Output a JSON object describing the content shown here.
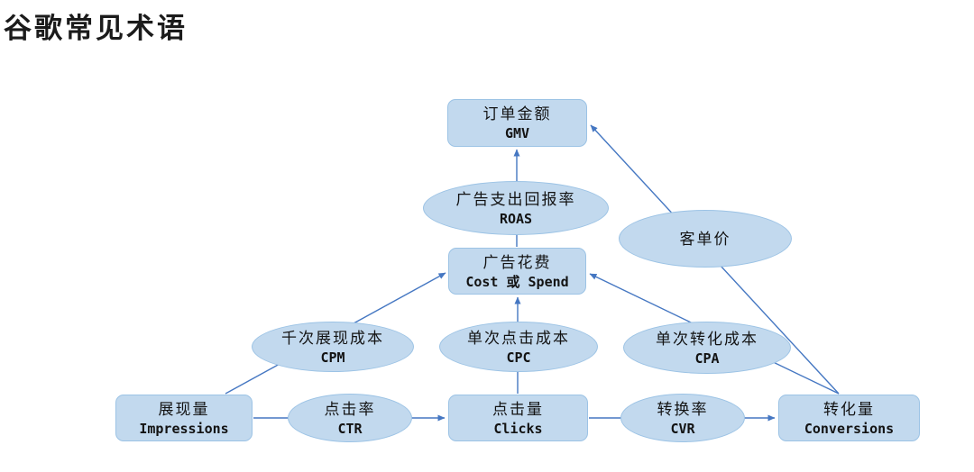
{
  "page": {
    "title": "谷歌常见术语",
    "background": "#FFFFFF"
  },
  "diagram": {
    "colors": {
      "node_fill": "#C2D9EE",
      "node_border": "#9CC3E5",
      "arrow": "#4577C2",
      "text": "#131313"
    },
    "nodes": [
      {
        "id": "gmv",
        "shape": "rounded-box",
        "zh": "订单金额",
        "en": "GMV"
      },
      {
        "id": "roas",
        "shape": "ellipse",
        "zh": "广告支出回报率",
        "en": "ROAS"
      },
      {
        "id": "aov",
        "shape": "ellipse",
        "zh": "客单价"
      },
      {
        "id": "cost",
        "shape": "rounded-box",
        "zh": "广告花费",
        "en": "Cost 或 Spend"
      },
      {
        "id": "cpm",
        "shape": "ellipse",
        "zh": "千次展现成本",
        "en": "CPM"
      },
      {
        "id": "cpc",
        "shape": "ellipse",
        "zh": "单次点击成本",
        "en": "CPC"
      },
      {
        "id": "cpa",
        "shape": "ellipse",
        "zh": "单次转化成本",
        "en": "CPA"
      },
      {
        "id": "impressions",
        "shape": "rounded-box",
        "zh": "展现量",
        "en": "Impressions"
      },
      {
        "id": "ctr",
        "shape": "ellipse",
        "zh": "点击率",
        "en": "CTR"
      },
      {
        "id": "clicks",
        "shape": "rounded-box",
        "zh": "点击量",
        "en": "Clicks"
      },
      {
        "id": "cvr",
        "shape": "ellipse",
        "zh": "转换率",
        "en": "CVR"
      },
      {
        "id": "conversions",
        "shape": "rounded-box",
        "zh": "转化量",
        "en": "Conversions"
      }
    ],
    "edges": [
      {
        "from": "impressions",
        "to": "cost",
        "through": "cpm"
      },
      {
        "from": "clicks",
        "to": "cost",
        "through": "cpc"
      },
      {
        "from": "conversions",
        "to": "cost",
        "through": "cpa"
      },
      {
        "from": "cost",
        "to": "gmv",
        "through": "roas"
      },
      {
        "from": "conversions",
        "to": "gmv",
        "through": "aov"
      },
      {
        "from": "impressions",
        "to": "clicks",
        "through": "ctr"
      },
      {
        "from": "clicks",
        "to": "conversions",
        "through": "cvr"
      }
    ]
  }
}
